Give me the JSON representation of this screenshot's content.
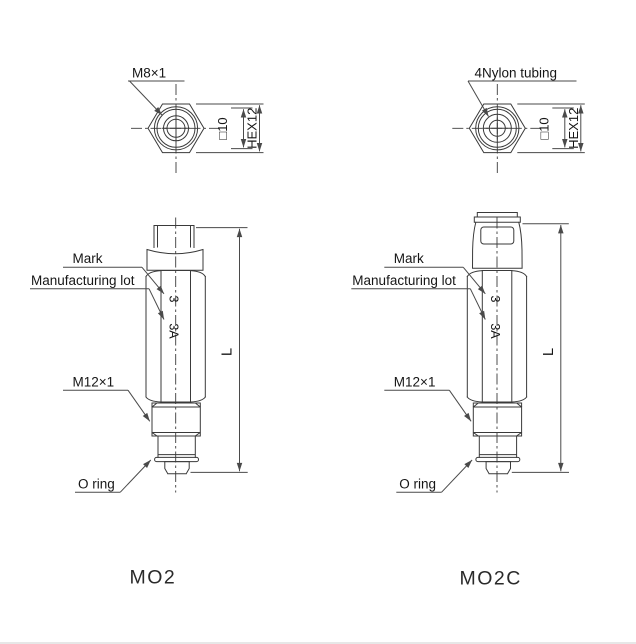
{
  "page": {
    "background": "#ffffff"
  },
  "colors": {
    "line": "#3a3a3a",
    "dim": "#4a4a4a",
    "text": "#161616"
  },
  "labels": {
    "square_dim": "□10",
    "hex_dim": "HEX12",
    "mark": "Mark",
    "manufacturing_lot": "Manufacturing lot",
    "lower_thread": "M12×1",
    "o_ring": "O ring",
    "length": "L",
    "mark_stamp": "3",
    "lot_stamp": "3A"
  },
  "models": {
    "mo2": {
      "caption": "MO2",
      "port_label": "M8×1"
    },
    "mo2c": {
      "caption": "MO2C",
      "port_label": "4Nylon tubing"
    }
  }
}
